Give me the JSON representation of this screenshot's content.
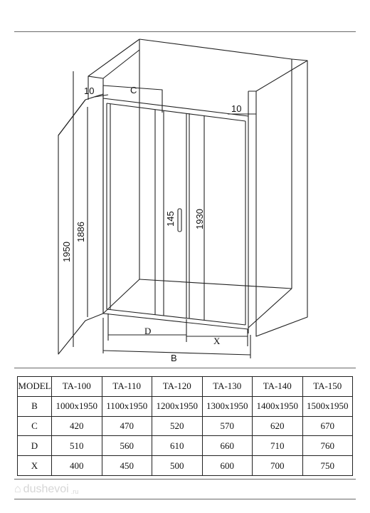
{
  "diagram": {
    "labels": {
      "wall_gap_left": "10",
      "wall_gap_right": "10",
      "overlap": "C",
      "total_height": "1950",
      "door_height": "1886",
      "handle": "145",
      "panel_height": "1930",
      "opening": "D",
      "fixed": "X",
      "width": "B"
    }
  },
  "table": {
    "header": [
      "MODEL",
      "TA-100",
      "TA-110",
      "TA-120",
      "TA-130",
      "TA-140",
      "TA-150"
    ],
    "rows": [
      [
        "B",
        "1000x1950",
        "1100x1950",
        "1200x1950",
        "1300x1950",
        "1400x1950",
        "1500x1950"
      ],
      [
        "C",
        "420",
        "470",
        "520",
        "570",
        "620",
        "670"
      ],
      [
        "D",
        "510",
        "560",
        "610",
        "660",
        "710",
        "760"
      ],
      [
        "X",
        "400",
        "450",
        "500",
        "600",
        "700",
        "750"
      ]
    ]
  },
  "watermark": {
    "text": "dushevoi",
    "suffix": ".ru"
  }
}
